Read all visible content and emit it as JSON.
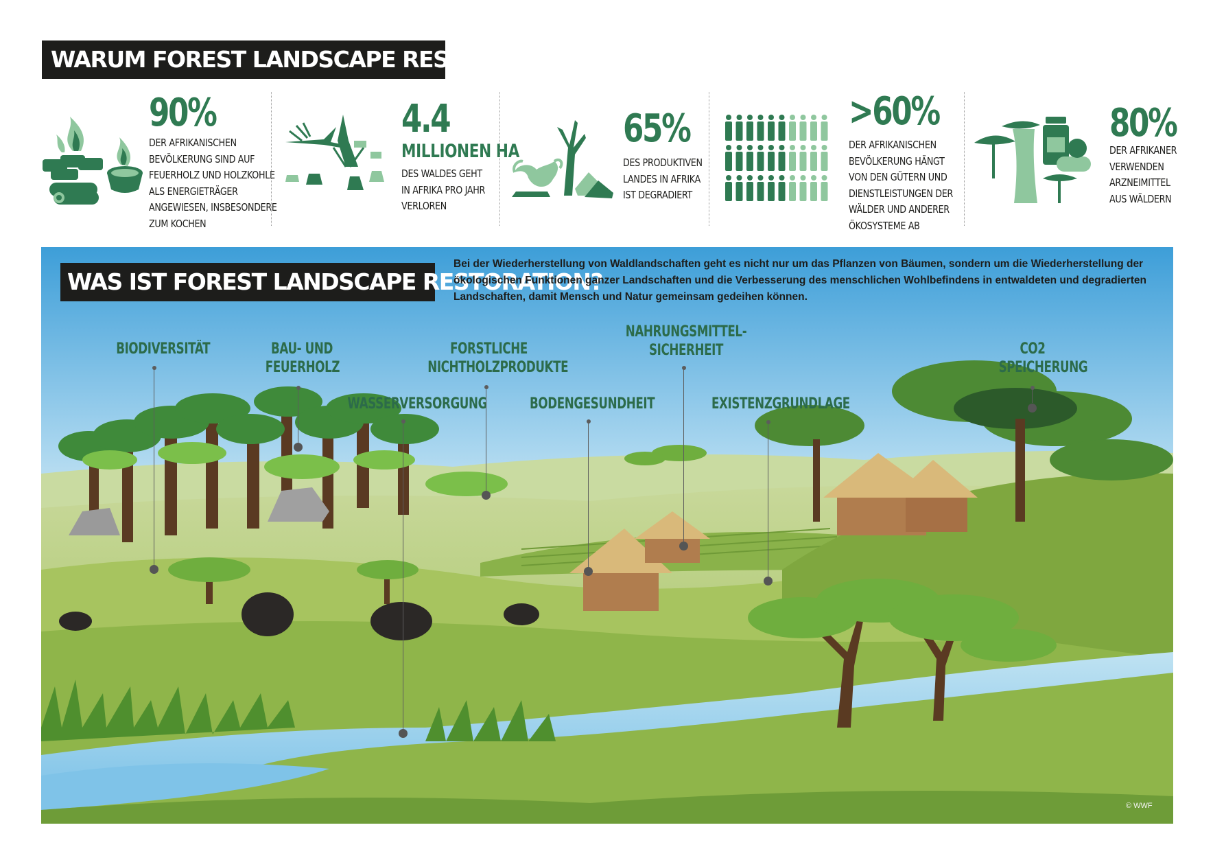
{
  "header": {
    "top_title": "WARUM FOREST LANDSCAPE RESTORATION?",
    "mid_title": "WAS IST FOREST LANDSCAPE RESTORATION?"
  },
  "stats": [
    {
      "value": "90%",
      "sub": "",
      "desc": "DER AFRIKANISCHEN\nBEVÖLKERUNG SIND AUF\nFEUERHOLZ UND HOLZKOHLE\nALS ENERGIETRÄGER\nANGEWIESEN, INSBESONDERE\nZUM KOCHEN",
      "icon": "fire-wood-icon"
    },
    {
      "value": "4.4",
      "sub": "MILLIONEN HA",
      "desc": "DES WALDES GEHT\nIN AFRIKA PRO JAHR\nVERLOREN",
      "icon": "tree-stumps-icon"
    },
    {
      "value": "65%",
      "sub": "",
      "desc": "DES PRODUKTIVEN\nLANDES IN AFRIKA\nIST DEGRADIERT",
      "icon": "degraded-land-icon"
    },
    {
      "value": ">60%",
      "sub": "",
      "desc": "DER AFRIKANISCHEN\nBEVÖLKERUNG HÄNGT\nVON DEN GÜTERN UND\nDIENSTLEISTUNGEN DER\nWÄLDER UND ANDERER\nÖKOSYSTEME AB",
      "icon": "people-icon"
    },
    {
      "value": "80%",
      "sub": "",
      "desc": "DER AFRIKANER\nVERWENDEN\nARZNEIMITTEL\nAUS WÄLDERN",
      "icon": "medicine-tree-icon"
    }
  ],
  "intro_text": "Bei der Wiederherstellung von Waldlandschaften geht es nicht nur um das Pflanzen von Bäumen, sondern um die Wiederherstellung der ökologischen Funktionen ganzer Landschaften und die Verbesserung des menschlichen Wohlbefindens in entwaldeten und degradierten Landschaften, damit Mensch und Natur gemeinsam gedeihen können.",
  "labels": {
    "biodiversitaet": "BIODIVERSITÄT",
    "bauholz": "BAU- UND\nFEUERHOLZ",
    "wasser": "WASSERVERSORGUNG",
    "forstliche": "FORSTLICHE\nNICHTHOLZPRODUKTE",
    "boden": "BODENGESUNDHEIT",
    "nahrung": "NAHRUNGSMITTEL-\nSICHERHEIT",
    "existenz": "EXISTENZGRUNDLAGE",
    "co2": "CO2\nSPEICHERUNG"
  },
  "copyright": "© WWF",
  "colors": {
    "accent_green": "#2f7a52",
    "light_green": "#8fc79e",
    "banner": "#1d1d1b"
  }
}
